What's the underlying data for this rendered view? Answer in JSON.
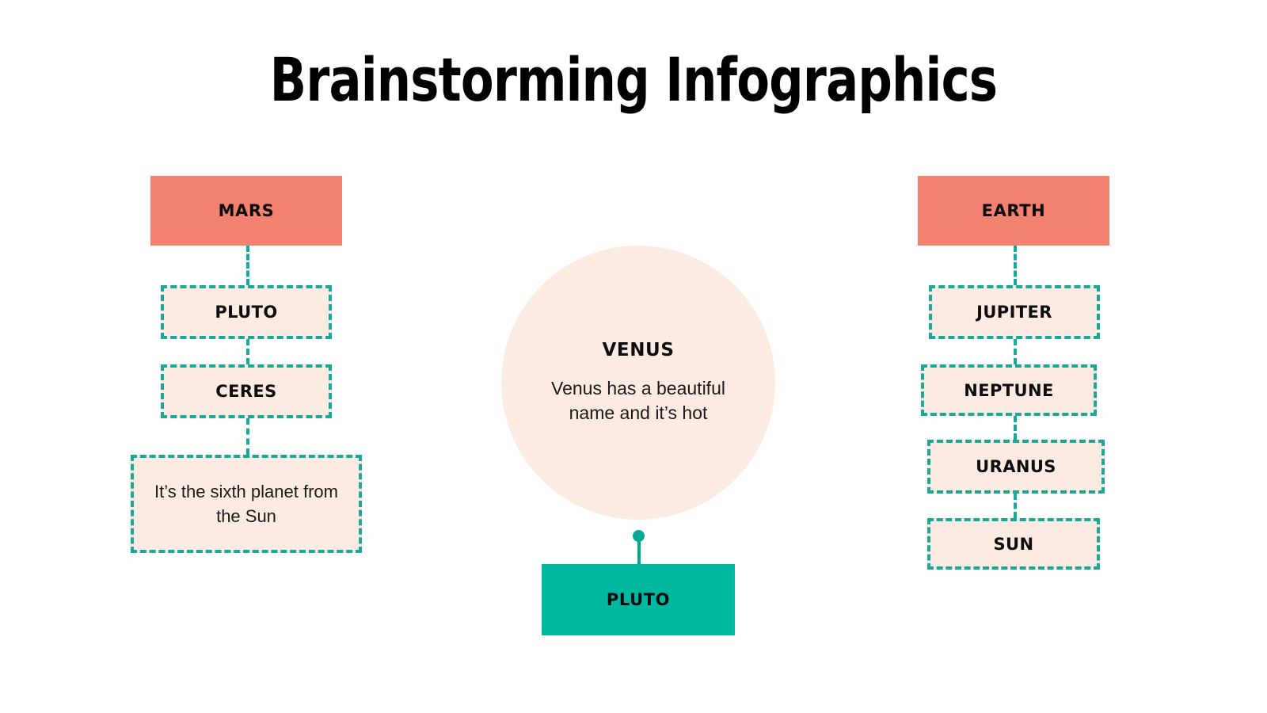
{
  "title": "Brainstorming Infographics",
  "colors": {
    "salmon": "#F28170",
    "teal": "#18A999",
    "teal_solid": "#00B8A0",
    "peach_fill": "#FCEBE3",
    "background": "#FFFFFF",
    "text": "#0D0D0D"
  },
  "left_branch": {
    "header": {
      "label": "MARS"
    },
    "nodes": [
      {
        "label": "PLUTO"
      },
      {
        "label": "CERES"
      }
    ],
    "note": {
      "text": "It’s the sixth planet from the Sun"
    }
  },
  "center_branch": {
    "circle": {
      "title": "VENUS",
      "text": "Venus has a beautiful name and it’s hot"
    },
    "footer": {
      "label": "PLUTO"
    }
  },
  "right_branch": {
    "header": {
      "label": "EARTH"
    },
    "nodes": [
      {
        "label": "JUPITER"
      },
      {
        "label": "NEPTUNE"
      },
      {
        "label": "URANUS"
      },
      {
        "label": "SUN"
      }
    ]
  }
}
